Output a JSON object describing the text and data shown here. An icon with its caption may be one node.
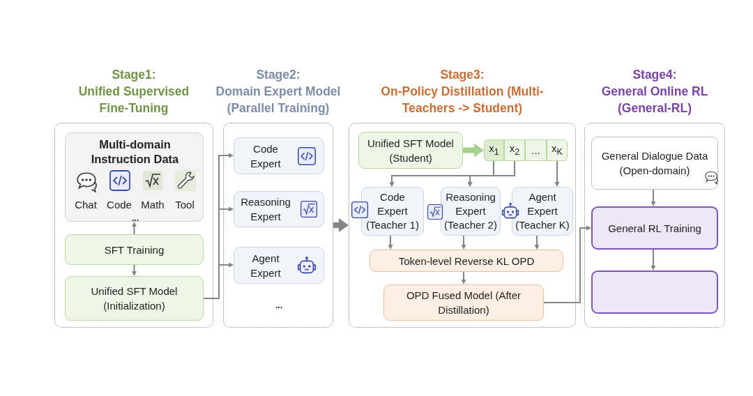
{
  "diagram": {
    "nodes": [
      {
        "text": [
          "Stage1:",
          "Unified Supervised Fine-Tuning"
        ]
      },
      {
        "text": [
          "Multi-domain Instruction Data",
          "Chat",
          "Code",
          "Math",
          "Tool",
          "..."
        ],
        "in": 0
      },
      {
        "text": [
          "SFT Training"
        ],
        "in": 0
      },
      {
        "text": [
          "Unified SFT Model (Initialization)"
        ],
        "in": 0
      },
      {
        "text": [
          "Stage2:",
          "Domain Expert Model (Parallel Training)"
        ]
      },
      {
        "text": [
          "Code Expert"
        ],
        "in": 4
      },
      {
        "text": [
          "Reasoning Expert"
        ],
        "in": 4
      },
      {
        "text": [
          "Agent Expert"
        ],
        "in": 4
      },
      {
        "text": [
          "Stage3:",
          "On-Policy Distillation (Multi-Teachers -> Student)"
        ]
      },
      {
        "text": [
          "Unified SFT Model (Student)"
        ],
        "in": 8
      },
      {
        "text": [
          "x$_{1}$"
        ],
        "in": 8
      },
      {
        "text": [
          "x$_{2}$"
        ],
        "in": 8
      },
      {
        "text": [
          "..."
        ],
        "in": 8
      },
      {
        "text": [
          "x$_{K}$"
        ],
        "in": 8
      },
      {
        "text": [
          "Code Expert (Teacher 1)"
        ],
        "in": 8
      },
      {
        "text": [
          "Reasoning Expert (Teacher 2)"
        ],
        "in": 8
      },
      {
        "text": [
          "Agent Expert (Teacher K)"
        ],
        "in": 8
      },
      {
        "text": [
          "Token-level Reverse KL OPD"
        ],
        "in": 8
      },
      {
        "text": [
          "OPD Fused Model (After Distillation)"
        ],
        "in": 8
      },
      {
        "text": [
          "Stage4:",
          "General Online RL (General-RL)"
        ]
      },
      {
        "text": [
          "General Dialogue Data (Open-domain)"
        ],
        "in": 19
      },
      {
        "text": [
          "General RL Training"
        ],
        "in": 19
      },
      {
        "text": [],
        "shape": "box",
        "in": 19
      }
    ],
    "edges": [
      {
        "from": 2,
        "to": 1,
        "arrow": "to"
      },
      {
        "from": 2,
        "to": 3,
        "arrow": "to"
      },
      {
        "from": 3,
        "to": 5,
        "arrow": "to"
      },
      {
        "from": 3,
        "to": 6,
        "arrow": "to"
      },
      {
        "from": 3,
        "to": 7,
        "arrow": "to"
      },
      {
        "from": 4,
        "to": 8,
        "arrow": "to",
        "style": "thick"
      },
      {
        "from": 9,
        "to": 10,
        "arrow": "to",
        "style": "thick",
        "color": "#a9d08e"
      },
      {
        "from": 10,
        "to": 14,
        "arrow": "to"
      },
      {
        "from": 10,
        "to": 15,
        "arrow": "to"
      },
      {
        "from": 11,
        "to": 14,
        "arrow": "to"
      },
      {
        "from": 11,
        "to": 15,
        "arrow": "to"
      },
      {
        "from": 13,
        "to": 16,
        "arrow": "to"
      },
      {
        "from": 14,
        "to": 17,
        "arrow": "to"
      },
      {
        "from": 15,
        "to": 17,
        "arrow": "to"
      },
      {
        "from": 16,
        "to": 17,
        "arrow": "to"
      },
      {
        "from": 17,
        "to": 18,
        "arrow": "to"
      },
      {
        "from": 18,
        "to": 21,
        "arrow": "to"
      },
      {
        "from": 20,
        "to": 21,
        "arrow": "to"
      },
      {
        "from": 21,
        "to": 22,
        "arrow": "to"
      }
    ],
    "labels": [
      "..."
    ]
  }
}
